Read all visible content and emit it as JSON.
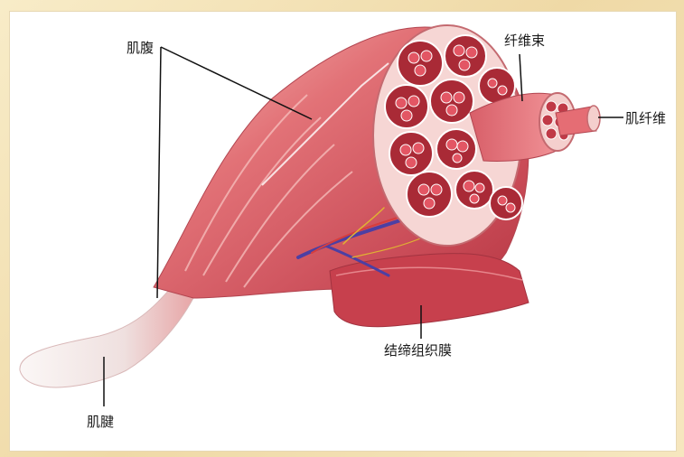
{
  "labels": {
    "muscle_belly": "肌腹",
    "fiber_bundle": "纤维束",
    "muscle_fiber": "肌纤维",
    "connective_membrane": "结缔组织膜",
    "tendon": "肌腱"
  },
  "colors": {
    "background": "#f3e3b8",
    "muscle_red": "#c94b57",
    "muscle_light": "#ef8f92",
    "fascicle_fill": "#b8343f",
    "tendon_white": "#f2ecea",
    "vein_blue": "#4c3fa3"
  }
}
